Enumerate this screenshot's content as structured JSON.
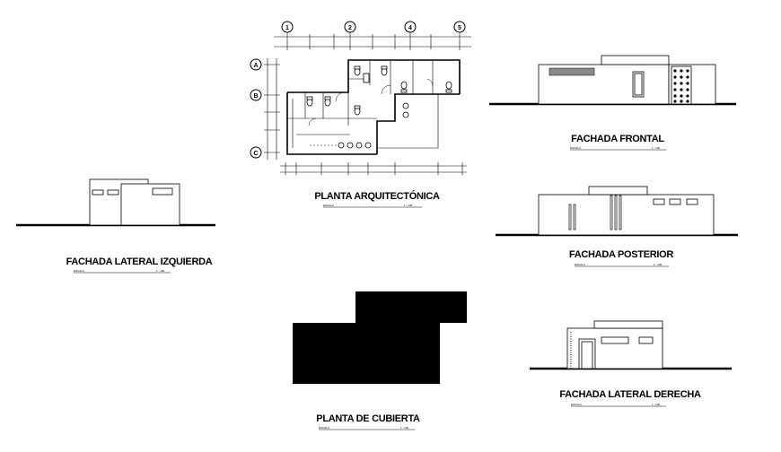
{
  "drawings": {
    "planta_arquitectonica": {
      "title": "PLANTA ARQUITECTÓNICA",
      "scale_label": "ESCALA",
      "scale_value": "1 : 100"
    },
    "fachada_frontal": {
      "title": "FACHADA FRONTAL",
      "scale_label": "ESCALA",
      "scale_value": "1 : 100"
    },
    "fachada_lateral_izquierda": {
      "title": "FACHADA LATERAL IZQUIERDA",
      "scale_label": "ESCALA",
      "scale_value": "1 : 100"
    },
    "fachada_posterior": {
      "title": "FACHADA POSTERIOR",
      "scale_label": "ESCALA",
      "scale_value": "1 : 100"
    },
    "planta_de_cubierta": {
      "title": "PLANTA DE CUBIERTA",
      "scale_label": "ESCALA",
      "scale_value": "1 : 100"
    },
    "fachada_lateral_derecha": {
      "title": "FACHADA LATERAL DERECHA",
      "scale_label": "ESCALA",
      "scale_value": "1 : 100"
    }
  },
  "grid_axes": {
    "columns": [
      "1",
      "2",
      "4",
      "5"
    ],
    "rows": [
      "A",
      "B",
      "C"
    ]
  },
  "colors": {
    "ink": "#000000",
    "paper": "#ffffff",
    "facade_band": "#8a8a8a"
  }
}
